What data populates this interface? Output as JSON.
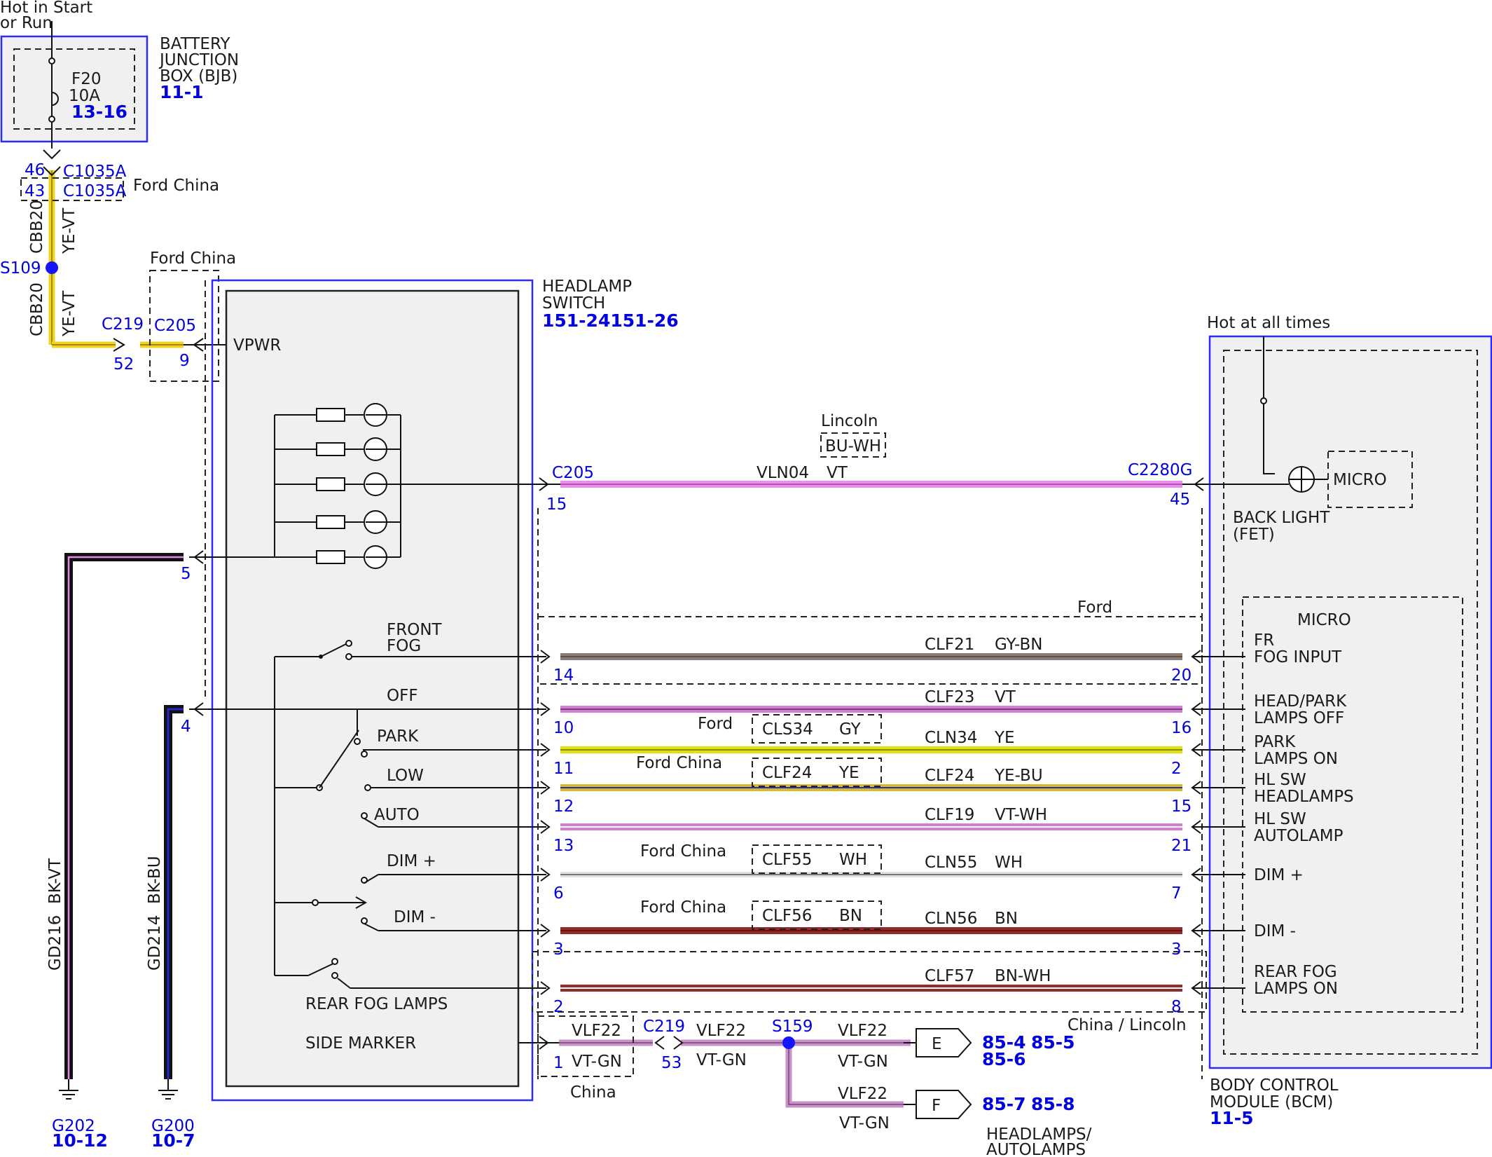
{
  "top_feed": {
    "line1": "Hot in Start",
    "line2": "or Run"
  },
  "bjb": {
    "title1": "BATTERY",
    "title2": "JUNCTION",
    "title3": "BOX (BJB)",
    "ref": "11-1",
    "fuse_name": "F20",
    "fuse_rating": "10A",
    "fuse_ref": "13-16"
  },
  "conn_top": {
    "pin_a": "46",
    "conn_a": "C1035A",
    "pin_b": "43",
    "conn_b": "C1035A",
    "note": "Ford China",
    "wire_circuit": "CBB20",
    "wire_color": "YE-VT"
  },
  "splice_s109": "S109",
  "wire_lower": {
    "circuit": "CBB20",
    "color": "YE-VT"
  },
  "c219_top": {
    "conn": "C219",
    "pin": "52"
  },
  "c205_top": {
    "conn": "C205",
    "pin": "9",
    "note": "Ford China"
  },
  "headlamp_switch": {
    "title1": "HEADLAMP",
    "title2": "SWITCH",
    "ref": "151-24151-26",
    "vpwr": "VPWR",
    "pin5": "5",
    "pin4": "4",
    "front_fog1": "FRONT",
    "front_fog2": "FOG",
    "off": "OFF",
    "park": "PARK",
    "low": "LOW",
    "auto": "AUTO",
    "dim_plus": "DIM +",
    "dim_minus": "DIM -",
    "rear_fog": "REAR FOG LAMPS",
    "side_marker": "SIDE MARKER"
  },
  "ground_left": {
    "circuit": "GD216",
    "color": "BK-VT",
    "ground": "G202",
    "ref": "10-12"
  },
  "ground_right": {
    "circuit": "GD214",
    "color": "BK-BU",
    "ground": "G200",
    "ref": "10-7"
  },
  "backlight_wire": {
    "conn_left": "C205",
    "pin_left": "15",
    "circuit": "VLN04",
    "color": "VT",
    "conn_right": "C2280G",
    "pin_right": "45",
    "alt_note": "Lincoln",
    "alt_color": "BU-WH"
  },
  "bcm": {
    "hot": "Hot at all times",
    "micro_top": "MICRO",
    "backlight1": "BACK LIGHT",
    "backlight2": "(FET)",
    "micro": "MICRO",
    "title1": "BODY CONTROL",
    "title2": "MODULE (BCM)",
    "ref": "11-5"
  },
  "ford_label": "Ford",
  "wires": [
    {
      "lpin": "14",
      "circuit": "CLF21",
      "color": "GY-BN",
      "rpin": "20",
      "in1": "FR",
      "in2": "FOG INPUT"
    },
    {
      "lpin": "10",
      "circuit": "CLF23",
      "color": "VT",
      "rpin": "16",
      "in1": "HEAD/PARK",
      "in2": "LAMPS OFF"
    },
    {
      "lpin": "11",
      "circuit": "CLN34",
      "color": "YE",
      "rpin": "2",
      "in1": "PARK",
      "in2": "LAMPS ON",
      "note": "Ford",
      "alt_circuit": "CLS34",
      "alt_color": "GY"
    },
    {
      "lpin": "12",
      "circuit": "CLF24",
      "color": "YE-BU",
      "rpin": "15",
      "in1": "HL SW",
      "in2": "HEADLAMPS",
      "note": "Ford China",
      "alt_circuit": "CLF24",
      "alt_color": "YE"
    },
    {
      "lpin": "13",
      "circuit": "CLF19",
      "color": "VT-WH",
      "rpin": "21",
      "in1": "HL SW",
      "in2": "AUTOLAMP"
    },
    {
      "lpin": "6",
      "circuit": "CLN55",
      "color": "WH",
      "rpin": "7",
      "in1": "DIM +",
      "in2": "",
      "note": "Ford China",
      "alt_circuit": "CLF55",
      "alt_color": "WH"
    },
    {
      "lpin": "3",
      "circuit": "CLN56",
      "color": "BN",
      "rpin": "3",
      "in1": "DIM -",
      "in2": "",
      "note": "Ford China",
      "alt_circuit": "CLF56",
      "alt_color": "BN"
    },
    {
      "lpin": "2",
      "circuit": "CLF57",
      "color": "BN-WH",
      "rpin": "8",
      "in1": "REAR FOG",
      "in2": "LAMPS ON"
    }
  ],
  "china_lincoln": "China / Lincoln",
  "bottom": {
    "pin1": "1",
    "vlf_a": "VLF22",
    "vtgn_a": "VT-GN",
    "china": "China",
    "c219": "C219",
    "pin53": "53",
    "vlf_b": "VLF22",
    "vtgn_b": "VT-GN",
    "s159": "S159",
    "vlf_e": "VLF22",
    "vtgn_e": "VT-GN",
    "e": "E",
    "e_ref1": "85-4",
    "e_ref2": "85-5",
    "e_ref3": "85-6",
    "vlf_f": "VLF22",
    "vtgn_f": "VT-GN",
    "f": "F",
    "f_ref1": "85-7",
    "f_ref2": "85-8",
    "footer1": "HEADLAMPS/",
    "footer2": "AUTOLAMPS"
  }
}
